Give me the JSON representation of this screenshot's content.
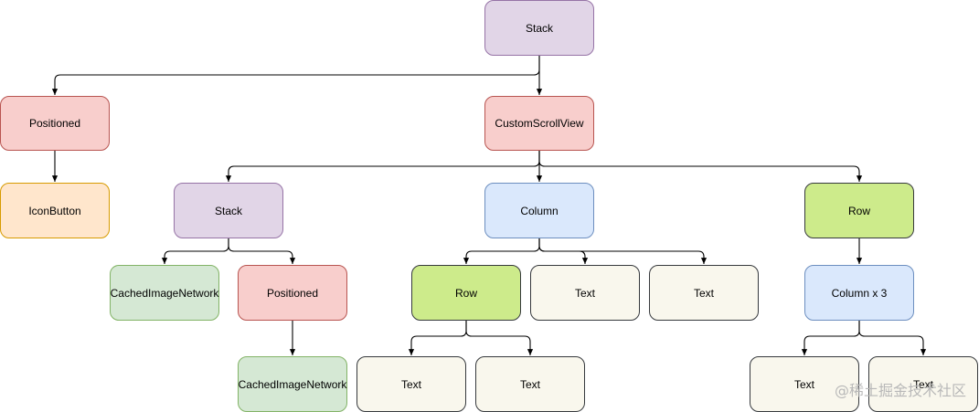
{
  "nodes": {
    "stack_root": "Stack",
    "positioned_top": "Positioned",
    "icon_button": "IconButton",
    "custom_scroll_view": "CustomScrollView",
    "stack_child": "Stack",
    "cached_image_1": "CachedImageNetwork",
    "positioned_child": "Positioned",
    "cached_image_2": "CachedImageNetwork",
    "column": "Column",
    "row_inner": "Row",
    "text_a": "Text",
    "text_b": "Text",
    "text_c": "Text",
    "text_d": "Text",
    "row_right": "Row",
    "column_x3": "Column x 3",
    "text_e": "Text",
    "text_f": "Text"
  },
  "watermark": "@稀土掘金技术社区",
  "colors": {
    "purple_fill": "#e1d5e7",
    "red_fill": "#f8cecc",
    "orange_fill": "#ffe6cc",
    "blue_fill": "#dae8fc",
    "lime_fill": "#cdeb8b",
    "green_fill": "#d5e8d4",
    "cream_fill": "#f9f7ed",
    "edge": "#000000"
  }
}
